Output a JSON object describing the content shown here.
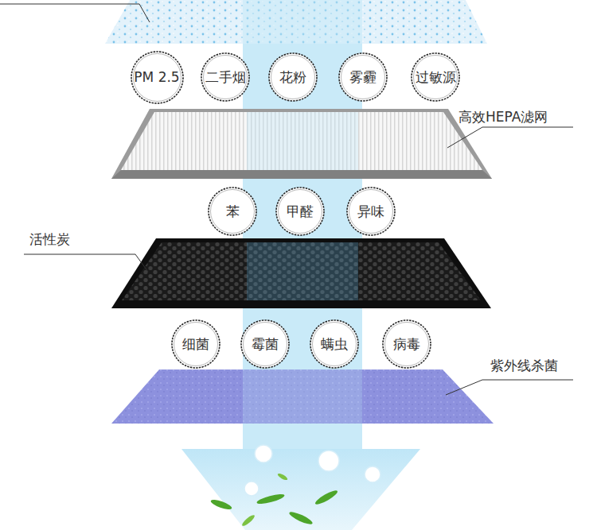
{
  "diagram": {
    "nodes": [
      {
        "text": [
          "PM 2.5"
        ]
      },
      {
        "text": [
          "二手烟"
        ]
      },
      {
        "text": [
          "花粉"
        ]
      },
      {
        "text": [
          "雾霾"
        ]
      },
      {
        "text": [
          "过敏源"
        ]
      },
      {
        "text": [
          "苯"
        ]
      },
      {
        "text": [
          "甲醛"
        ]
      },
      {
        "text": [
          "异味"
        ]
      },
      {
        "text": [
          "细菌"
        ]
      },
      {
        "text": [
          "霉菌"
        ]
      },
      {
        "text": [
          "螨虫"
        ]
      },
      {
        "text": [
          "病毒"
        ]
      }
    ],
    "labels": [
      "高效HEPA滤网",
      "活性炭",
      "紫外线杀菌"
    ]
  }
}
